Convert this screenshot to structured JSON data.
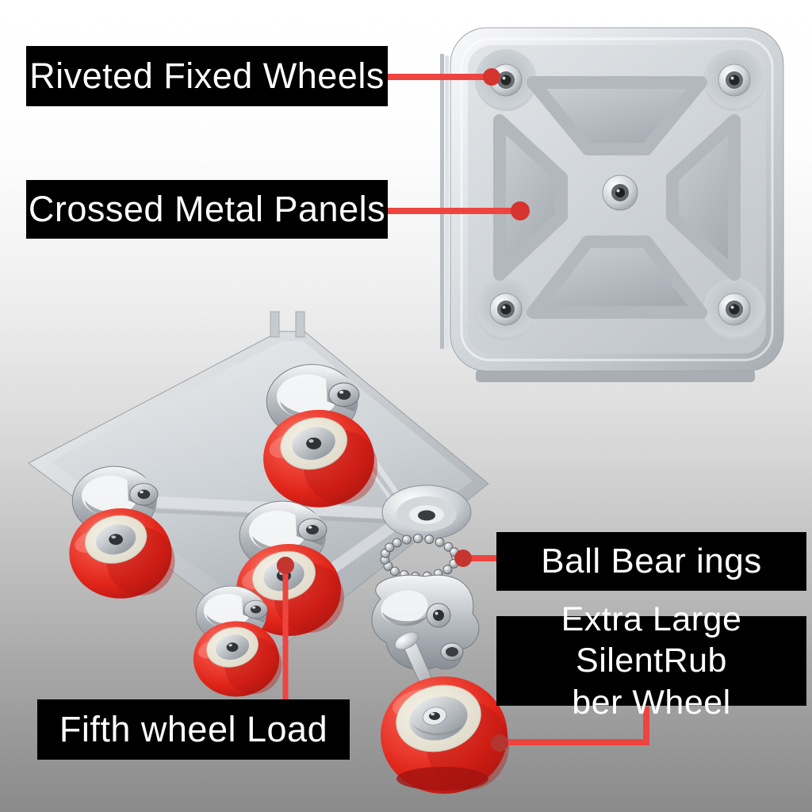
{
  "callouts": {
    "riveted_fixed_wheels": "Riveted Fixed Wheels",
    "crossed_metal_panels": "Crossed Metal Panels",
    "ball_bearings": "Ball Bear ings",
    "extra_large_wheel_line1": "Extra Large SilentRub",
    "extra_large_wheel_line2": "ber Wheel",
    "fifth_wheel_load": "Fifth wheel Load"
  },
  "colors": {
    "banner_background": "#000000",
    "banner_text": "#ffffff",
    "connector_line_red": "#ee4440",
    "connector_dot_red": "#c53530",
    "wheel_red": "#e02419",
    "wheel_hub_bone": "#f0ecdf",
    "metal_silver": "#ccd1d6"
  }
}
